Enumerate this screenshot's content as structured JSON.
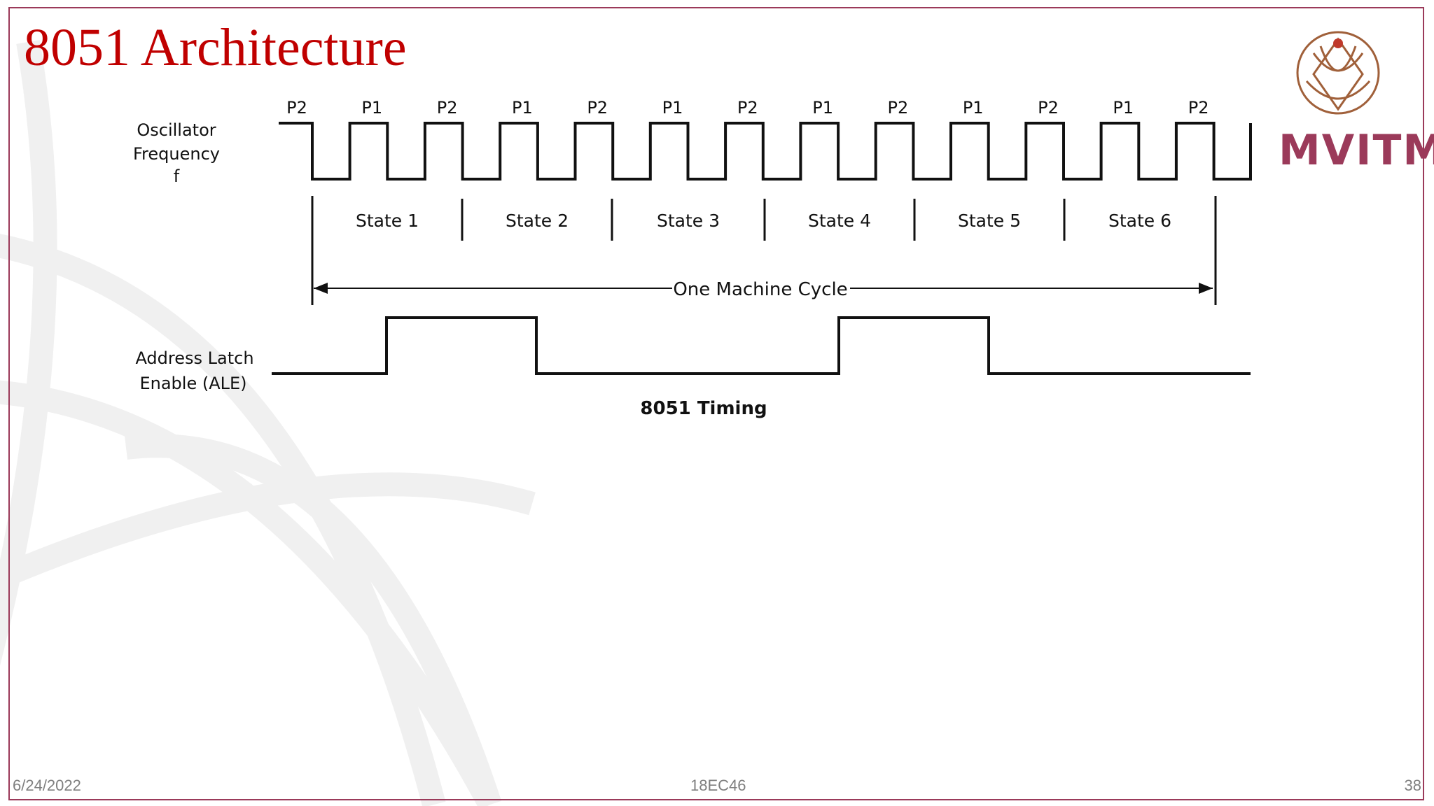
{
  "slide": {
    "title": "8051 Architecture",
    "footer": {
      "date": "6/24/2022",
      "code": "18EC46",
      "page": "38"
    }
  },
  "logo": {
    "text": "MVITM"
  },
  "colors": {
    "title": "#c00000",
    "frame": "#9b3a5a",
    "footer": "#7f7f7f",
    "diagram": "#111111"
  },
  "diagram": {
    "phase_labels": [
      "P2",
      "P1",
      "P2",
      "P1",
      "P2",
      "P1",
      "P2",
      "P1",
      "P2",
      "P1",
      "P2",
      "P1",
      "P2"
    ],
    "oscillator_label": [
      "Oscillator",
      "Frequency",
      "f"
    ],
    "states": [
      "State 1",
      "State 2",
      "State 3",
      "State 4",
      "State 5",
      "State 6"
    ],
    "machine_cycle_label": "One Machine Cycle",
    "ale_label": [
      "Address Latch",
      "Enable (ALE)"
    ],
    "caption": "8051 Timing"
  }
}
